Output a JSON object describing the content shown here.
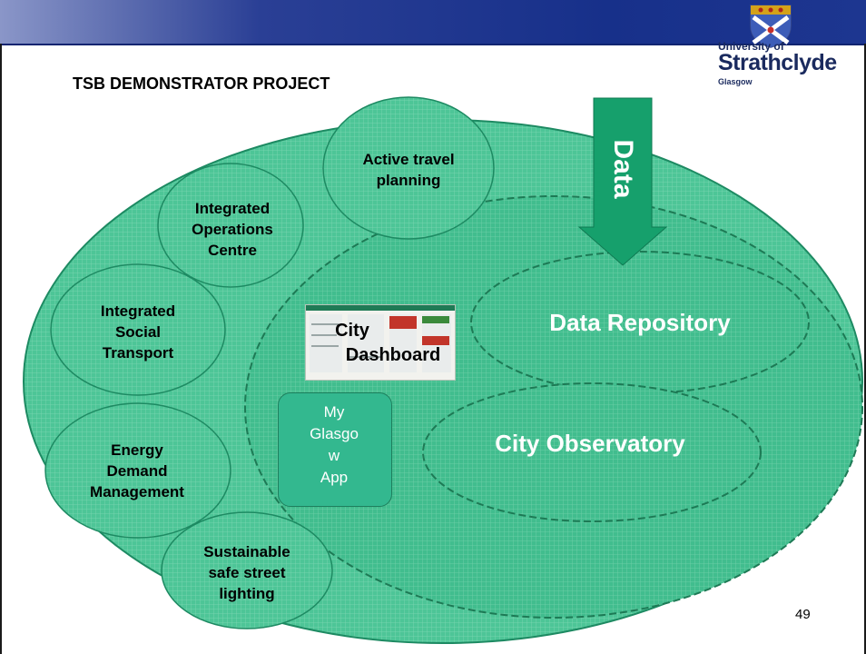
{
  "slide": {
    "title": "TSB DEMONSTRATOR PROJECT",
    "page_number": "49",
    "logo": {
      "line1": "University of",
      "line2": "Strathclyde",
      "line3": "Glasgow"
    }
  },
  "diagram": {
    "data_arrow_label": "Data",
    "inner_areas": {
      "data_repository": "Data Repository",
      "city_observatory": "City Observatory"
    },
    "city_dashboard": {
      "line1": "City",
      "line2": "Dashboard"
    },
    "app": [
      "My",
      "Glasgo",
      "w",
      "App"
    ],
    "projects": [
      {
        "lines": [
          "Active travel",
          "planning"
        ]
      },
      {
        "lines": [
          "Integrated",
          "Operations",
          "Centre"
        ]
      },
      {
        "lines": [
          "Integrated",
          "Social",
          "Transport"
        ]
      },
      {
        "lines": [
          "Energy",
          "Demand",
          "Management"
        ]
      },
      {
        "lines": [
          "Sustainable",
          "safe street",
          "lighting"
        ]
      }
    ]
  },
  "colors": {
    "fill": "#3fbf8f",
    "fill_light": "#5fcfa0",
    "dark_green": "#1d8a62",
    "arrow": "#16a06c",
    "title_bar": "#17308a"
  }
}
